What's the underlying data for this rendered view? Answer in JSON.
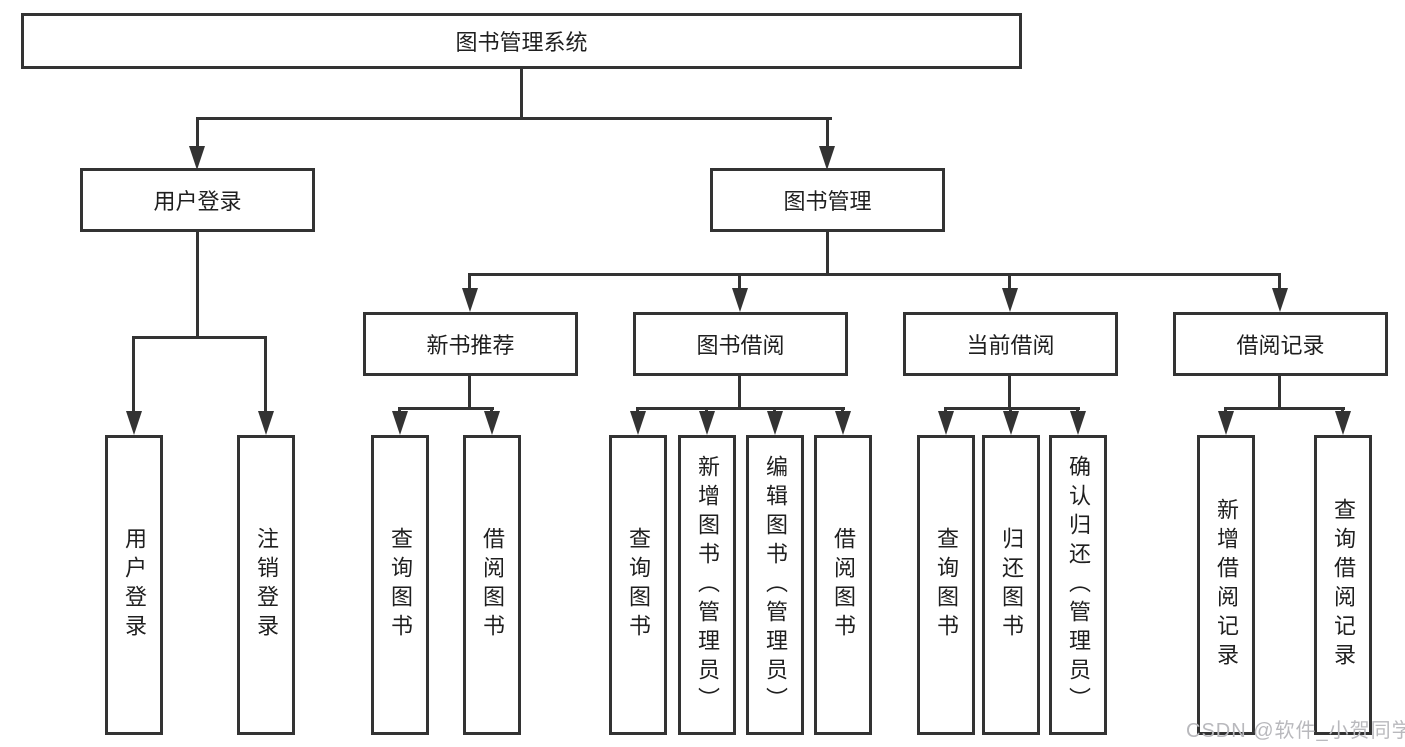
{
  "root": {
    "label": "图书管理系统"
  },
  "branches": [
    {
      "label": "用户登录",
      "children": [
        {
          "label": "用户登录"
        },
        {
          "label": "注销登录"
        }
      ]
    },
    {
      "label": "图书管理",
      "groups": [
        {
          "label": "新书推荐",
          "children": [
            {
              "label": "查询图书"
            },
            {
              "label": "借阅图书"
            }
          ]
        },
        {
          "label": "图书借阅",
          "children": [
            {
              "label": "查询图书"
            },
            {
              "label": "新增图书（管理员）"
            },
            {
              "label": "编辑图书（管理员）"
            },
            {
              "label": "借阅图书"
            }
          ]
        },
        {
          "label": "当前借阅",
          "children": [
            {
              "label": "查询图书"
            },
            {
              "label": "归还图书"
            },
            {
              "label": "确认归还（管理员）"
            }
          ]
        },
        {
          "label": "借阅记录",
          "children": [
            {
              "label": "新增借阅记录"
            },
            {
              "label": "查询借阅记录"
            }
          ]
        }
      ]
    }
  ],
  "watermark": "CSDN @软件_小贺同学",
  "colors": {
    "line": "#333333",
    "text": "#1f1f1f",
    "watermark": "#b9b9bd",
    "background": "#ffffff"
  }
}
